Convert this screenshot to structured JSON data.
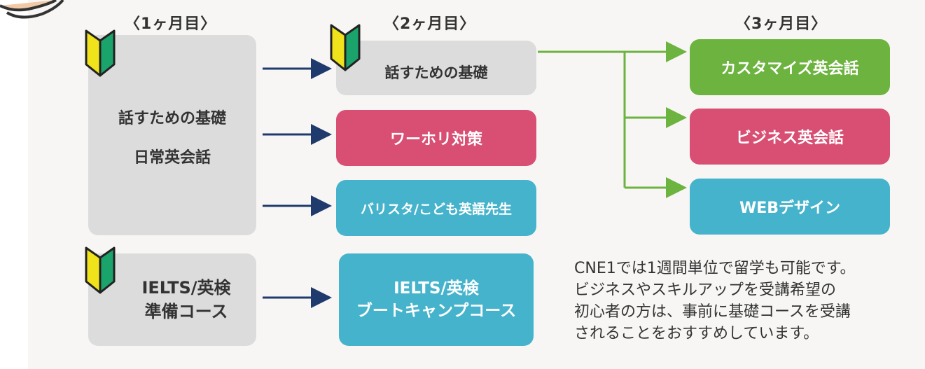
{
  "headers": {
    "month1": "〈1ヶ月目〉",
    "month2": "〈2ヶ月目〉",
    "month3": "〈3ヶ月目〉"
  },
  "month1": {
    "basics_box": {
      "line1": "話すための基礎",
      "line2": "日常英会話"
    },
    "ielts_box": {
      "line1": "IELTS/英検",
      "line2": "準備コース"
    }
  },
  "month2": {
    "basics": "話すための基礎",
    "working_holiday": "ワーホリ対策",
    "barista_kids": "バリスタ/こども英語先生",
    "bootcamp": {
      "line1": "IELTS/英検",
      "line2": "ブートキャンプコース"
    }
  },
  "month3": {
    "custom": "カスタマイズ英会話",
    "business": "ビジネス英会話",
    "web": "WEBデザイン"
  },
  "note": [
    "CNE1では1週間単位で留学も可能です。",
    "ビジネスやスキルアップを受講希望の",
    "初心者の方は、事前に基礎コースを受講",
    "されることをおすすめしています。"
  ],
  "colors": {
    "gray_box": "#dcdcdc",
    "pink": "#d84f73",
    "cyan": "#45b3cb",
    "green": "#6cb33f",
    "navy_arrow": "#1f3b6e",
    "green_arrow": "#6cb33f"
  },
  "icons": [
    "beginner-mark-icon",
    "pointing-hand-icon"
  ]
}
